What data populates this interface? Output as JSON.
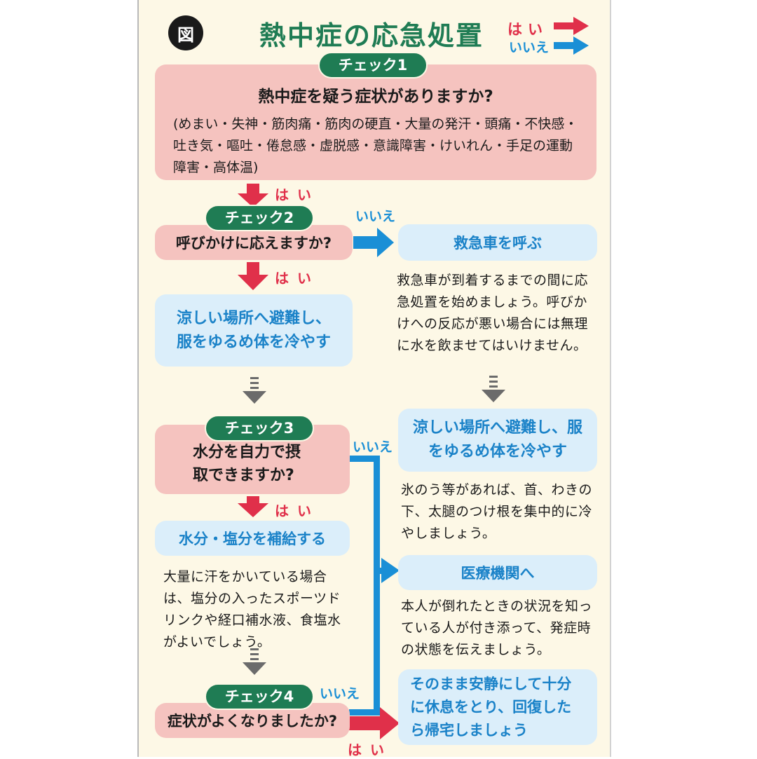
{
  "header": {
    "fig_label": "図",
    "title": "熱中症の応急処置",
    "legend_yes": "はい",
    "legend_no": "いいえ"
  },
  "labels": {
    "yes": "はい",
    "no": "いいえ"
  },
  "check1": {
    "tag": "チェック1",
    "question": "熱中症を疑う症状がありますか?",
    "symptoms": "(めまい・失神・筋肉痛・筋肉の硬直・大量の発汗・頭痛・不快感・吐き気・嘔吐・倦怠感・虚脱感・意識障害・けいれん・手足の運動障害・高体温)"
  },
  "check2": {
    "tag": "チェック2",
    "question": "呼びかけに応えますか?"
  },
  "ambulance": {
    "action": "救急車を呼ぶ",
    "note": "救急車が到着するまでの間に応急処置を始めましょう。呼びかけへの反応が悪い場合には無理に水を飲ませてはいけません。"
  },
  "cool_left": {
    "action": "涼しい場所へ避難し、服をゆるめ体を冷やす"
  },
  "cool_right": {
    "action": "涼しい場所へ避難し、服をゆるめ体を冷やす",
    "note": "氷のう等があれば、首、わきの下、太腿のつけ根を集中的に冷やしましょう。"
  },
  "check3": {
    "tag": "チェック3",
    "question": "水分を自力で摂取できますか?"
  },
  "hydrate": {
    "action": "水分・塩分を補給する",
    "note": "大量に汗をかいている場合は、塩分の入ったスポーツドリンクや経口補水液、食塩水がよいでしょう。"
  },
  "medical": {
    "action": "医療機関へ",
    "note": "本人が倒れたときの状況を知っている人が付き添って、発症時の状態を伝えましょう。"
  },
  "check4": {
    "tag": "チェック4",
    "question": "症状がよくなりましたか?"
  },
  "rest": {
    "action": "そのまま安静にして十分に休息をとり、回復したら帰宅しましょう"
  },
  "colors": {
    "green": "#1f7c54",
    "red": "#e0304a",
    "blue": "#1a8fd6",
    "pink_box": "#f5c3bf",
    "blue_box": "#dbeefa",
    "gray_arrow": "#6b6b6b"
  }
}
